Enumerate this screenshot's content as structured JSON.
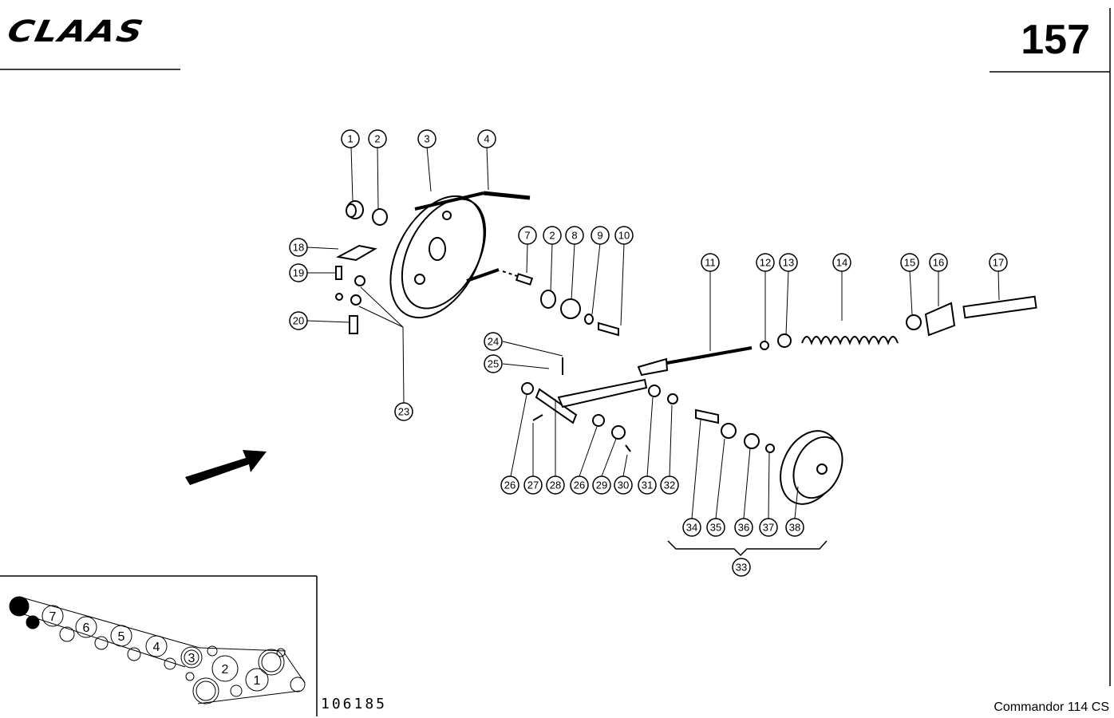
{
  "brand": "CLAAS",
  "page_number": "157",
  "reference_number": "106185",
  "model": "Commandor 114 CS",
  "callouts": [
    "1",
    "2",
    "3",
    "4",
    "7",
    "2",
    "8",
    "9",
    "10",
    "11",
    "12",
    "13",
    "14",
    "15",
    "16",
    "17",
    "18",
    "19",
    "20",
    "23",
    "24",
    "25",
    "26",
    "27",
    "28",
    "26",
    "29",
    "30",
    "31",
    "32",
    "33",
    "34",
    "35",
    "36",
    "37",
    "38"
  ],
  "inset_labels": [
    "7",
    "6",
    "5",
    "4",
    "3",
    "2",
    "1"
  ]
}
